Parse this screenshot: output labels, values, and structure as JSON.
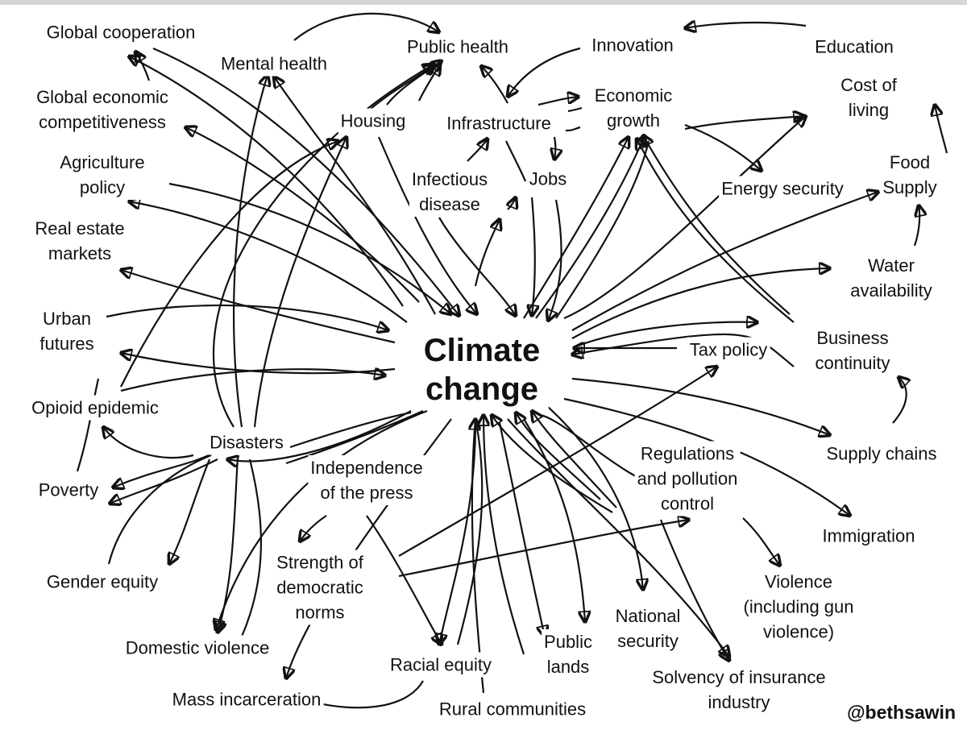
{
  "diagram": {
    "center": "Climate\nchange",
    "nodes": {
      "global_cooperation": "Global cooperation",
      "mental_health": "Mental health",
      "public_health": "Public health",
      "innovation": "Innovation",
      "education": "Education",
      "global_economic_competitiveness": "Global economic\ncompetitiveness",
      "housing": "Housing",
      "infrastructure": "Infrastructure",
      "economic_growth": "Economic\ngrowth",
      "cost_of_living": "Cost of\nliving",
      "agriculture_policy": "Agriculture\npolicy",
      "infectious_disease": "Infectious\ndisease",
      "jobs": "Jobs",
      "energy_security": "Energy security",
      "food_supply": "Food\nSupply",
      "real_estate_markets": "Real estate\nmarkets",
      "water_availability": "Water\navailability",
      "urban_futures": "Urban\nfutures",
      "tax_policy": "Tax policy",
      "business_continuity": "Business\ncontinuity",
      "opioid_epidemic": "Opioid epidemic",
      "disasters": "Disasters",
      "independence_of_the_press": "Independence\nof the press",
      "regulations_and_pollution_control": "Regulations\nand pollution\ncontrol",
      "supply_chains": "Supply chains",
      "poverty": "Poverty",
      "immigration": "Immigration",
      "strength_of_democratic_norms": "Strength of\ndemocratic\nnorms",
      "gender_equity": "Gender equity",
      "violence": "Violence\n(including gun\nviolence)",
      "national_security": "National\nsecurity",
      "domestic_violence": "Domestic violence",
      "public_lands": "Public\nlands",
      "racial_equity": "Racial equity",
      "solvency_of_insurance_industry": "Solvency of insurance\nindustry",
      "mass_incarceration": "Mass incarceration",
      "rural_communities": "Rural communities"
    }
  },
  "credit": "@bethsawin"
}
